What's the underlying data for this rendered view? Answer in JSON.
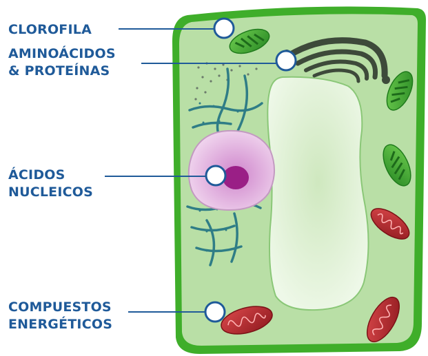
{
  "labels": {
    "clorofila": {
      "lines": [
        "CLOROFILA"
      ]
    },
    "aminoacidos": {
      "lines": [
        "AMINOÁCIDOS",
        "& PROTEÍNAS"
      ]
    },
    "acidos": {
      "lines": [
        "ÁCIDOS",
        "NUCLEICOS"
      ]
    },
    "compuestos": {
      "lines": [
        "COMPUESTOS",
        "ENERGÉTICOS"
      ]
    }
  },
  "colors": {
    "label_text": "#1f5a99",
    "leader_line": "#1f5a99",
    "marker_ring": "#1f5a99",
    "cell_wall": "#3fae2a",
    "cytoplasm": "#b9dfa6",
    "vacuole": "#e6f5de",
    "nucleus": "#e2b4e0",
    "nucleolus": "#9a1f86",
    "chloroplast": "#3aa12e",
    "mitochondrion": "#b5242a",
    "golgi": "#3d4a3a",
    "er": "#2f7d86"
  }
}
